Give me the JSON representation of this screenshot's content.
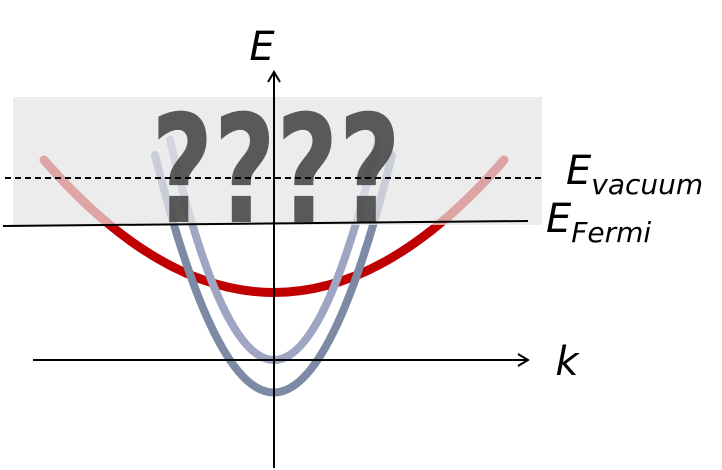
{
  "axes": {
    "energy_label": "E",
    "momentum_label": "k"
  },
  "levels": {
    "vacuum_main": "E",
    "vacuum_sub": "vacuum",
    "fermi_main": "E",
    "fermi_sub": "Fermi"
  },
  "unknown_region_text": "????",
  "colors": {
    "shaded_region": "#e8e8e8",
    "band_red": "#c00000",
    "band_blue_gray": "#7a8aa8",
    "question_marks": "#404040",
    "lines": "#000000"
  }
}
